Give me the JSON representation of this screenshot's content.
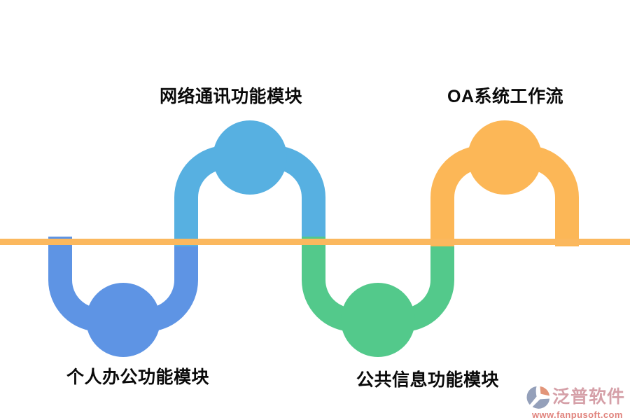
{
  "diagram": {
    "line_color": "#FBB85E",
    "modules": [
      {
        "label": "个人办公功能模块",
        "color": "#5E94E4",
        "side": "below-line"
      },
      {
        "label": "网络通讯功能模块",
        "color": "#57B0E1",
        "side": "above-line"
      },
      {
        "label": "公共信息功能模块",
        "color": "#53C98B",
        "side": "below-line"
      },
      {
        "label": "OA系统工作流",
        "color": "#FCB757",
        "side": "above-line"
      }
    ]
  },
  "watermark": {
    "brand": "泛普软件",
    "url": "www.fanpusoft.com",
    "brand_color": "#D5A0A8",
    "url_color": "#E0837D",
    "logo_gray": "#94A0BA",
    "logo_salmon": "#E29579"
  }
}
